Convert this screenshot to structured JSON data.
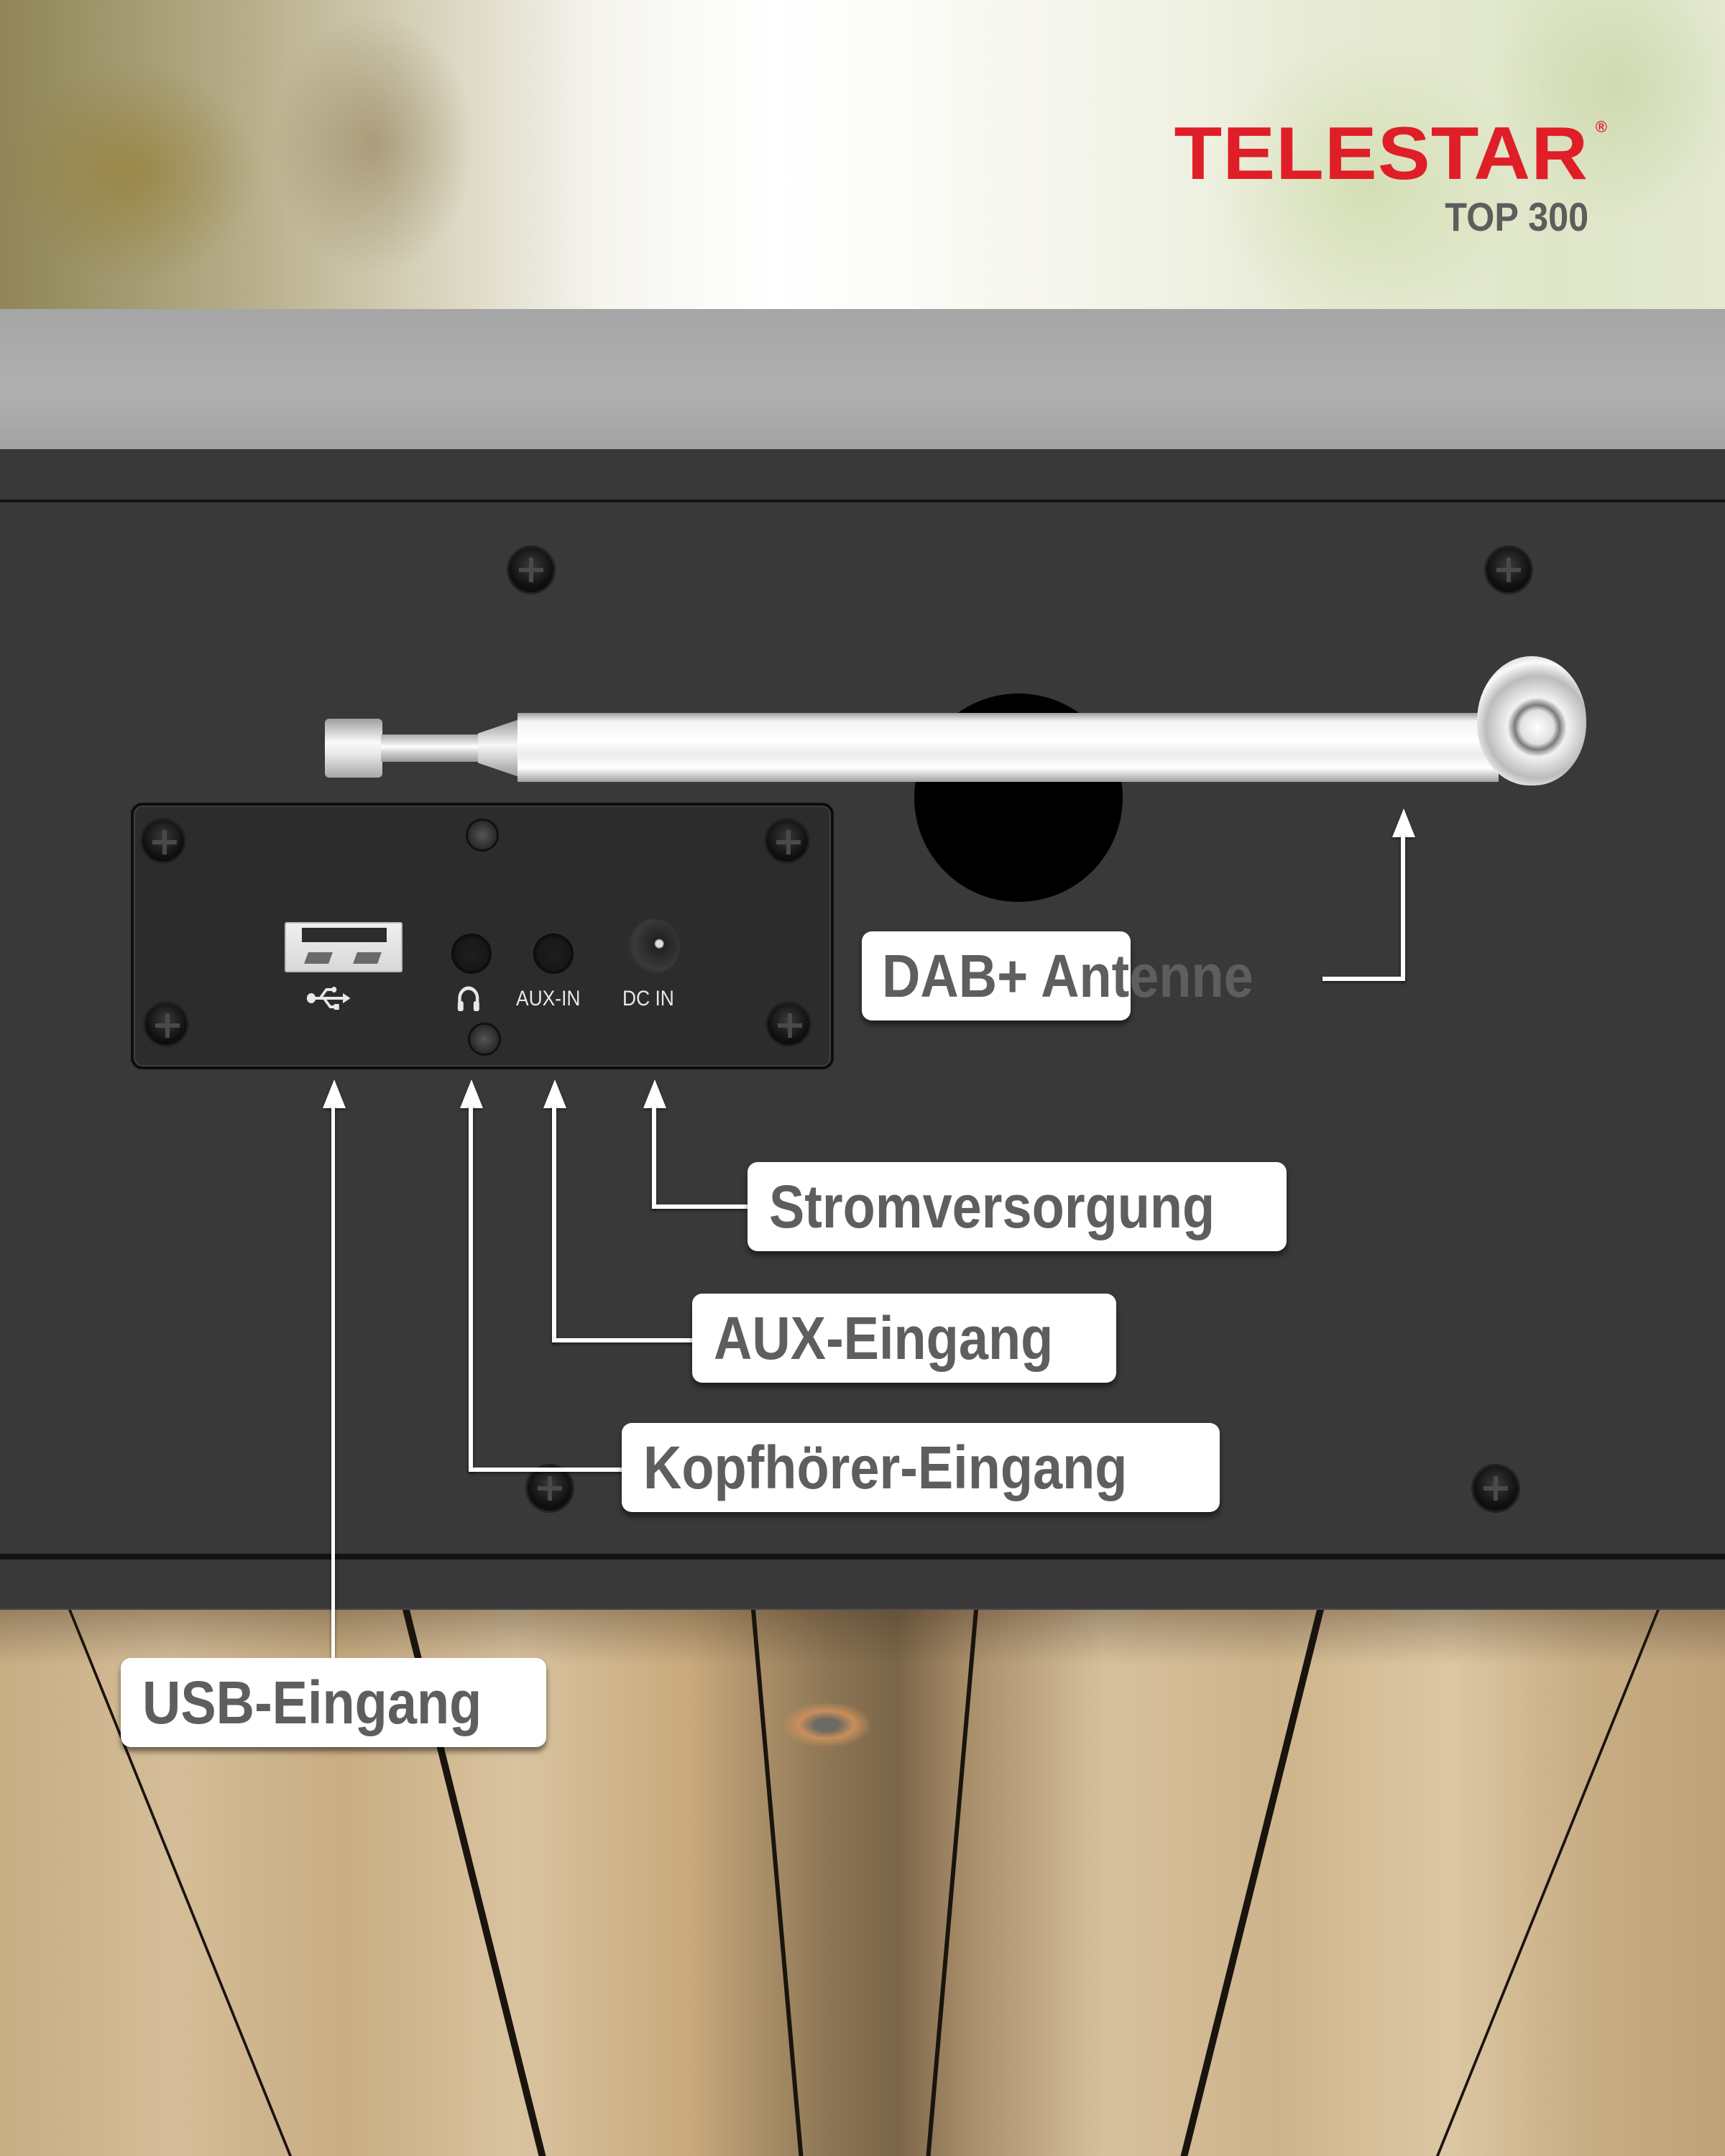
{
  "brand": {
    "name": "TELESTAR",
    "registered_mark": "®",
    "model": "TOP 300",
    "brand_color": "#e01e27",
    "model_color": "#5d5d5b"
  },
  "port_panel": {
    "ports": [
      {
        "id": "usb",
        "icon": "usb-icon",
        "label": "⮀"
      },
      {
        "id": "headphone",
        "icon": "headphone-icon",
        "label": ""
      },
      {
        "id": "aux",
        "label": "AUX-IN"
      },
      {
        "id": "dc",
        "label": "DC IN"
      }
    ]
  },
  "callouts": {
    "antenna": "DAB+ Antenne",
    "power": "Stromversorgung",
    "aux": "AUX-Eingang",
    "headphone": "Kopfhörer-Eingang",
    "usb": "USB-Eingang"
  },
  "colors": {
    "callout_text": "#5e5e5c",
    "callout_bg": "#ffffff",
    "device_body": "#393939",
    "device_top": "#a9a9a9"
  }
}
